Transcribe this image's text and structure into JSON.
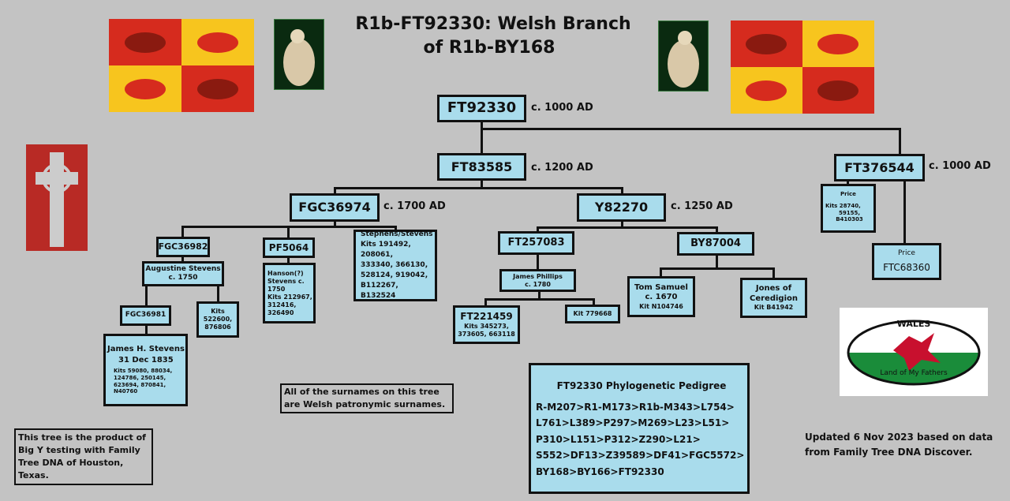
{
  "title": {
    "line1": "R1b-FT92330: Welsh Branch",
    "line2": "of R1b-BY168"
  },
  "nodes": {
    "ft92330": {
      "name": "FT92330",
      "date": "c. 1000 AD"
    },
    "ft83585": {
      "name": "FT83585",
      "date": "c. 1200 AD"
    },
    "ft376544": {
      "name": "FT376544",
      "date": "c. 1000 AD"
    },
    "fgc36974": {
      "name": "FGC36974",
      "date": "c. 1700 AD"
    },
    "y82270": {
      "name": "Y82270",
      "date": "c. 1250 AD"
    },
    "fgc36982": {
      "name": "FGC36982"
    },
    "pf5064": {
      "name": "PF5064"
    },
    "stephens": {
      "l1": "Stephens/Stevens",
      "l2": "Kits 191492, 208061,",
      "l3": "333340, 366130,",
      "l4": "528124, 919042,",
      "l5": "B112267, B132524"
    },
    "augustine": {
      "l1": "Augustine Stevens",
      "l2": "c. 1750"
    },
    "fgc36981": {
      "name": "FGC36981"
    },
    "kits522600": {
      "l1": "Kits",
      "l2": "522600,",
      "l3": "876806"
    },
    "jamesh": {
      "l1": "James H. Stevens",
      "l2": "31 Dec 1835",
      "l3": "Kits 59080, 88034,",
      "l4": "124786, 250145,",
      "l5": "623694, 870841,",
      "l6": "N40760"
    },
    "hanson": {
      "l1": "Hanson(?)",
      "l2": "Stevens c.",
      "l3": "1750",
      "l4": "Kits 212967,",
      "l5": "312416,",
      "l6": "326490"
    },
    "ft257083": {
      "name": "FT257083"
    },
    "by87004": {
      "name": "BY87004"
    },
    "jamesp": {
      "l1": "James Phillips",
      "l2": "c. 1780"
    },
    "ft221459": {
      "name": "FT221459",
      "l2": "Kits 345273,",
      "l3": "373605, 663118"
    },
    "kit779668": {
      "name": "Kit 779668"
    },
    "tom": {
      "l1": "Tom Samuel",
      "l2": "c. 1670",
      "l3": "Kit N104746"
    },
    "jones": {
      "l1": "Jones of",
      "l2": "Ceredigion",
      "l3": "Kit B41942"
    },
    "price1": {
      "l1": "Price",
      "l2": "Kits 28740,",
      "l3": "59155, B410303"
    },
    "price2": {
      "l1": "Price",
      "l2": "FTC68360"
    }
  },
  "notes": {
    "surnames": "All of the surnames on this tree are Welsh patronymic surnames.",
    "bigy": "This tree is the product of Big Y testing with Family Tree DNA of Houston, Texas.",
    "updated": "Updated 6 Nov 2023 based on data from Family Tree DNA Discover."
  },
  "pedigree": {
    "title": "FT92330 Phylogenetic Pedigree",
    "lines": [
      "R-M207>R1-M173>R1b-M343>L754>",
      "L761>L389>P297>M269>L23>L51>",
      "P310>L151>P312>Z290>L21>",
      "S552>DF13>Z39589>DF41>FGC5572>",
      "BY168>BY166>FT92330"
    ]
  },
  "sticker": {
    "top": "WALES",
    "bottom": "Land of My Fathers"
  },
  "colors": {
    "background": "#c3c3c3",
    "box": "#a9dcec",
    "flag_red": "#d62b1e",
    "flag_yellow": "#f7c51e",
    "wales_green": "#1a8c3a"
  }
}
